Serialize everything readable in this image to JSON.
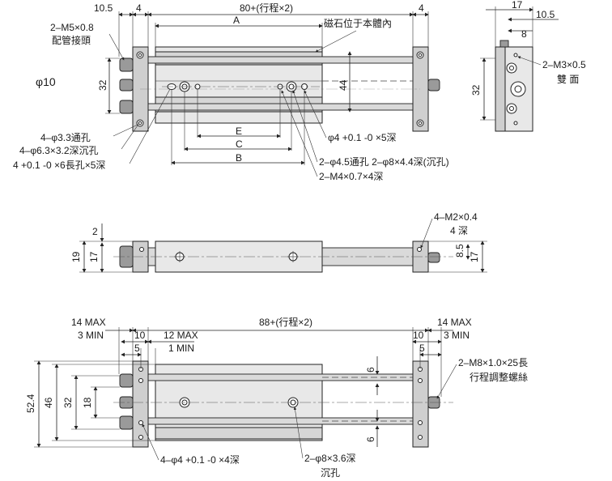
{
  "top_view": {
    "dim_10_5": "10.5",
    "dim_4_left": "4",
    "dim_stroke": "80+(行程×2)",
    "dim_4_right": "4",
    "dim_A": "A",
    "magnet_note": "磁石位于本體內",
    "port_thread": "2–M5×0.8",
    "port_label": "配管接頭",
    "phi_10": "φ10",
    "dim_32": "32",
    "dim_44": "44",
    "dim_E": "E",
    "dim_C": "C",
    "dim_B": "B",
    "note_hole_4": "4–φ3.3通孔",
    "note_cbore_4": "4–φ6.3×3.2深沉孔",
    "note_slot": "4 +0.1 -0 ×6長孔×5深",
    "note_pin": "φ4 +0.1 -0 ×5深",
    "note_through_2": "2–φ4.5通孔 2–φ8×4.4深(沉孔)",
    "note_tap_2": "2–M4×0.7×4深"
  },
  "side_view": {
    "dim_17": "17",
    "dim_10_5": "10.5",
    "dim_8": "8",
    "note_m3": "2–M3×0.5",
    "note_both": "雙 面",
    "dim_32": "32"
  },
  "front_view": {
    "dim_2": "2",
    "dim_19": "19",
    "dim_17": "17",
    "note_m2": "4–M2×0.4",
    "note_depth": "4 深",
    "dim_8_5": "8.5",
    "dim_17_right": "17"
  },
  "bottom_view": {
    "max_left": "14 MAX",
    "min_left": "3 MIN",
    "dim_10_left": "10",
    "dim_5_left": "5",
    "max_12": "12 MAX",
    "min_1": "1 MIN",
    "dim_stroke": "88+(行程×2)",
    "max_right": "14 MAX",
    "min_right": "3 MIN",
    "dim_10_right": "10",
    "dim_5_right": "5",
    "note_adj": "2–M8×1.0×25長",
    "note_adj_label": "行程調整螺絲",
    "dim_52_4": "52.4",
    "dim_46": "46",
    "dim_32": "32",
    "dim_18": "18",
    "dim_6_top": "6",
    "dim_6_bottom": "6",
    "note_pin_4": "4–φ4 +0.1 -0 ×4深",
    "note_cbore_2": "2–φ8×3.6深",
    "note_cbore_label": "沉孔"
  }
}
